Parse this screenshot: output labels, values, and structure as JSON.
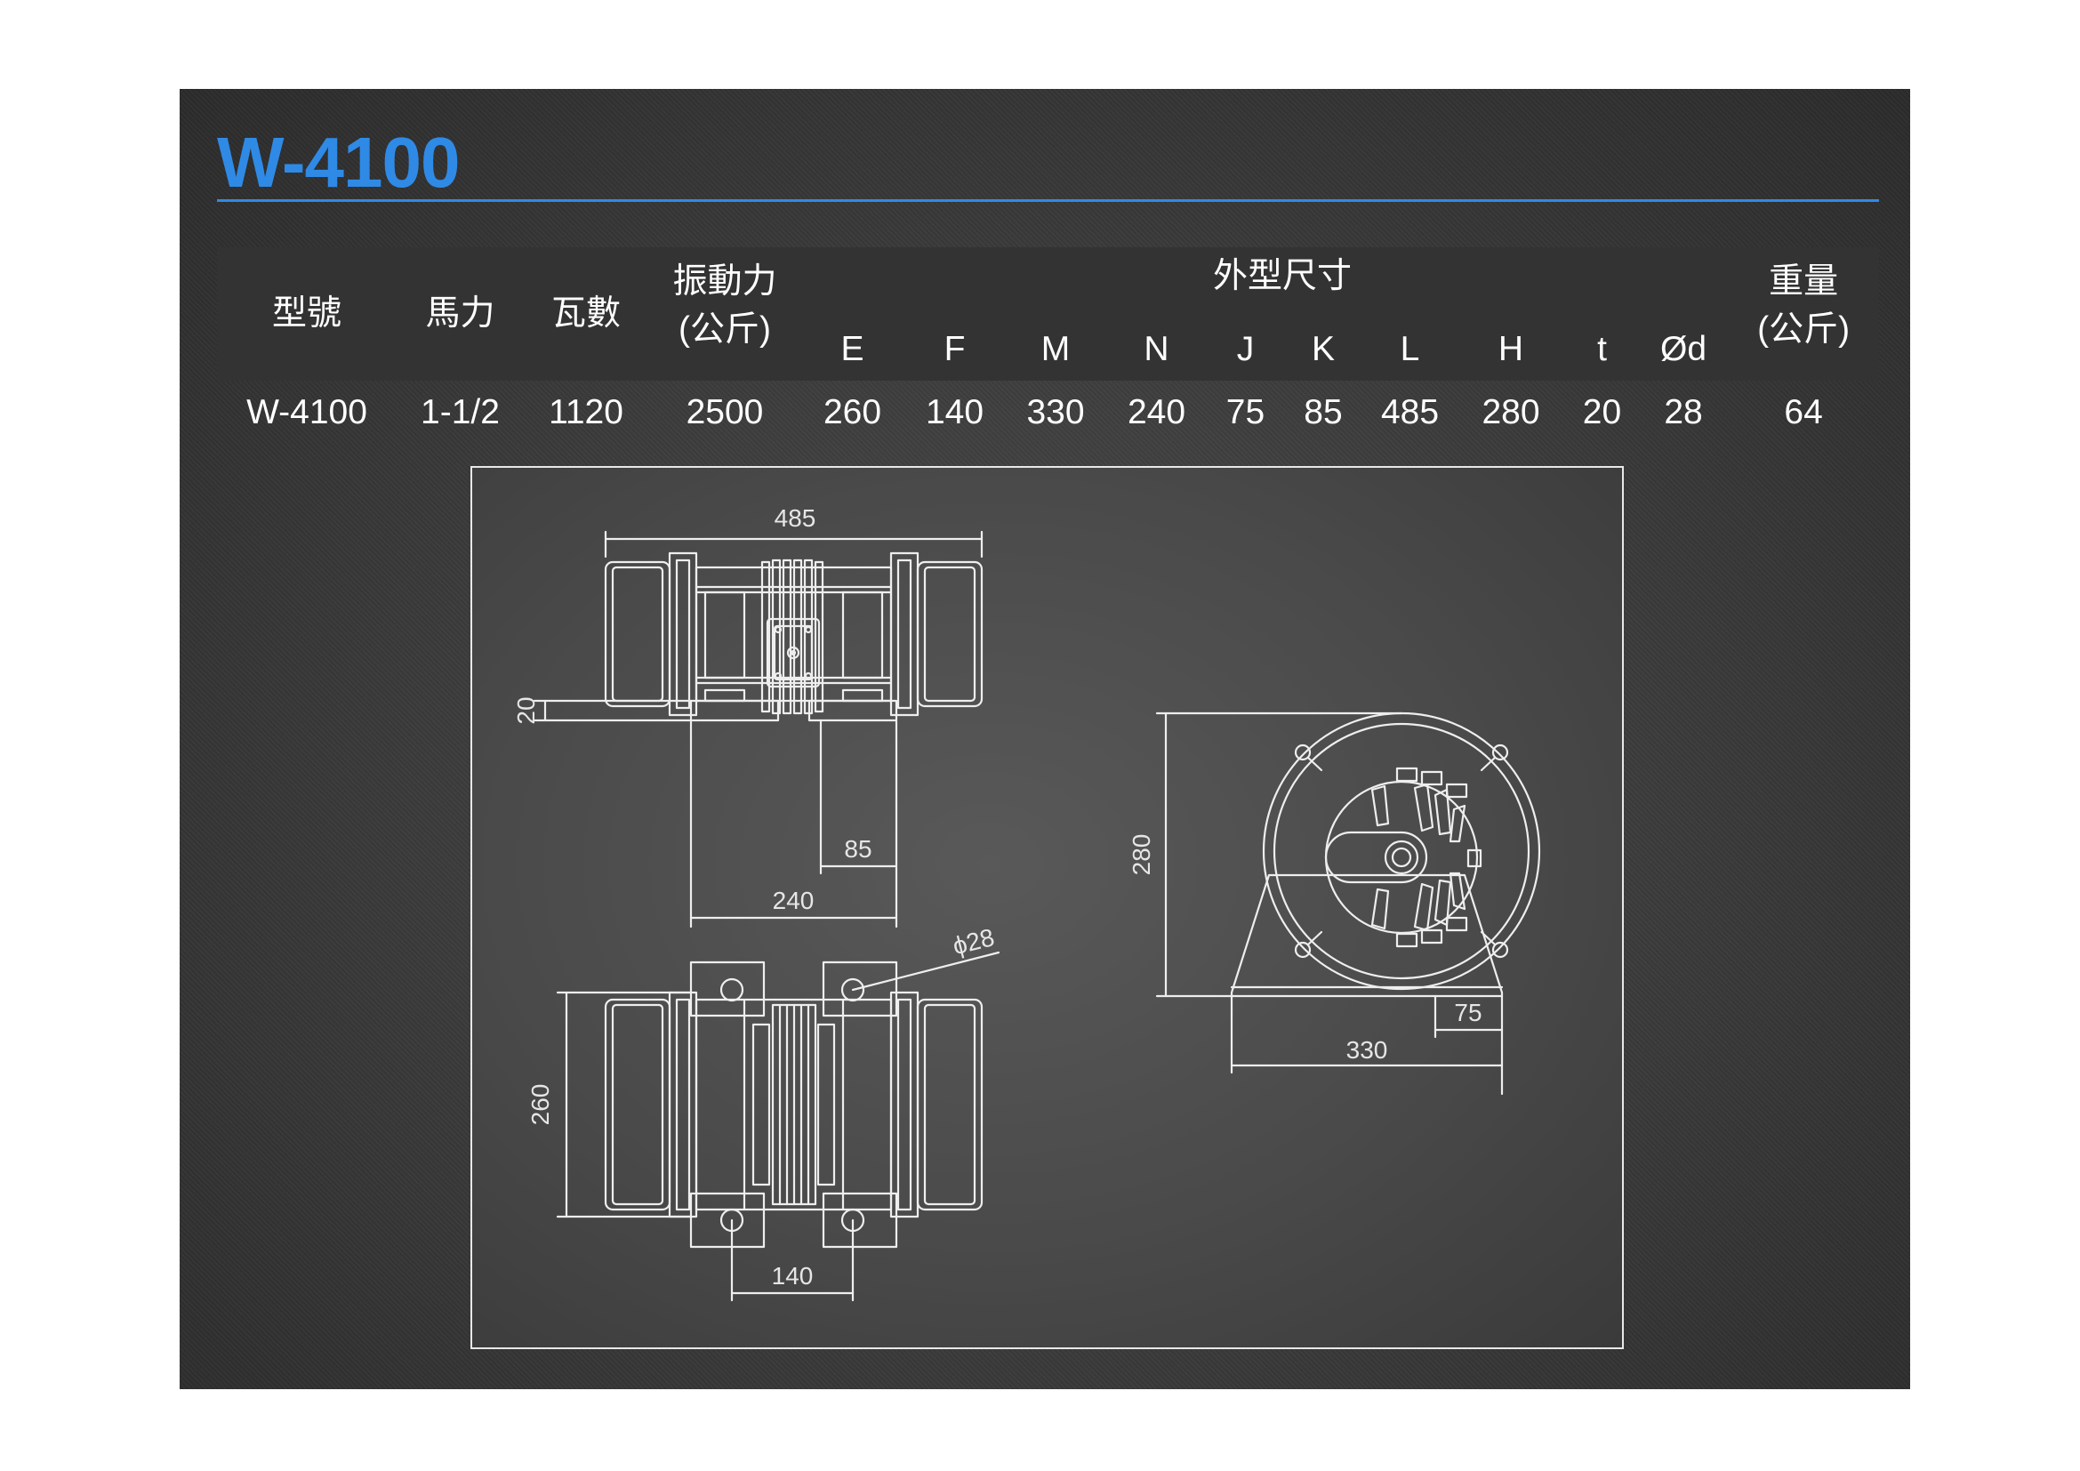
{
  "title": "W-4100",
  "table": {
    "headers": {
      "model": "型號",
      "horsepower": "馬力",
      "watts": "瓦數",
      "vibration_force_line1": "振動力",
      "vibration_force_line2": "(公斤)",
      "dimensions_group": "外型尺寸",
      "weight_line1": "重量",
      "weight_line2": "(公斤)",
      "dim_cols": [
        "E",
        "F",
        "M",
        "N",
        "J",
        "K",
        "L",
        "H",
        "t",
        "Ød"
      ]
    },
    "row": {
      "model": "W-4100",
      "horsepower": "1-1/2",
      "watts": "1120",
      "vibration_force": "2500",
      "dims": [
        "260",
        "140",
        "330",
        "240",
        "75",
        "85",
        "485",
        "280",
        "20",
        "28"
      ],
      "weight": "64"
    }
  },
  "drawing": {
    "dim_485": "485",
    "dim_20": "20",
    "dim_85": "85",
    "dim_240": "240",
    "dim_phi28": "ϕ28",
    "dim_260": "260",
    "dim_140": "140",
    "dim_280": "280",
    "dim_75": "75",
    "dim_330": "330"
  }
}
